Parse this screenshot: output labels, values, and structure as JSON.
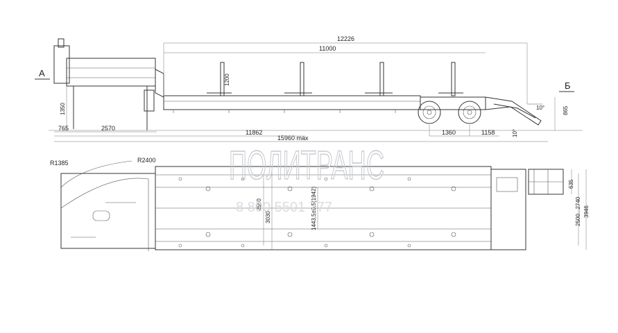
{
  "view_labels": {
    "front": "А",
    "rear": "Б"
  },
  "side_view_dims": {
    "overall_length": "12226",
    "deck_length": "11000",
    "stake_height": "1200",
    "coupling_height": "1350",
    "ramp_height": "865",
    "kingpin_offset": "765",
    "gooseneck_length": "2570",
    "axle_spacing": "1360",
    "rear_overhang": "1158",
    "length_11862": "11862",
    "max_length": "15960 max",
    "ramp_angle": "10°",
    "ramp_clearance": "10°"
  },
  "top_view_dims": {
    "radius_small": "R1385",
    "radius_large": "R2400",
    "inner_width": "2500...2740",
    "outer_width": "3946",
    "ramp_width": "635",
    "width_2550": "2550",
    "width_3030": "3030",
    "width_1443": "1443,5±0,5(1942)"
  },
  "watermark": {
    "brand": "ПОЛИТРАНС",
    "phone": "8 800 5501 777"
  }
}
